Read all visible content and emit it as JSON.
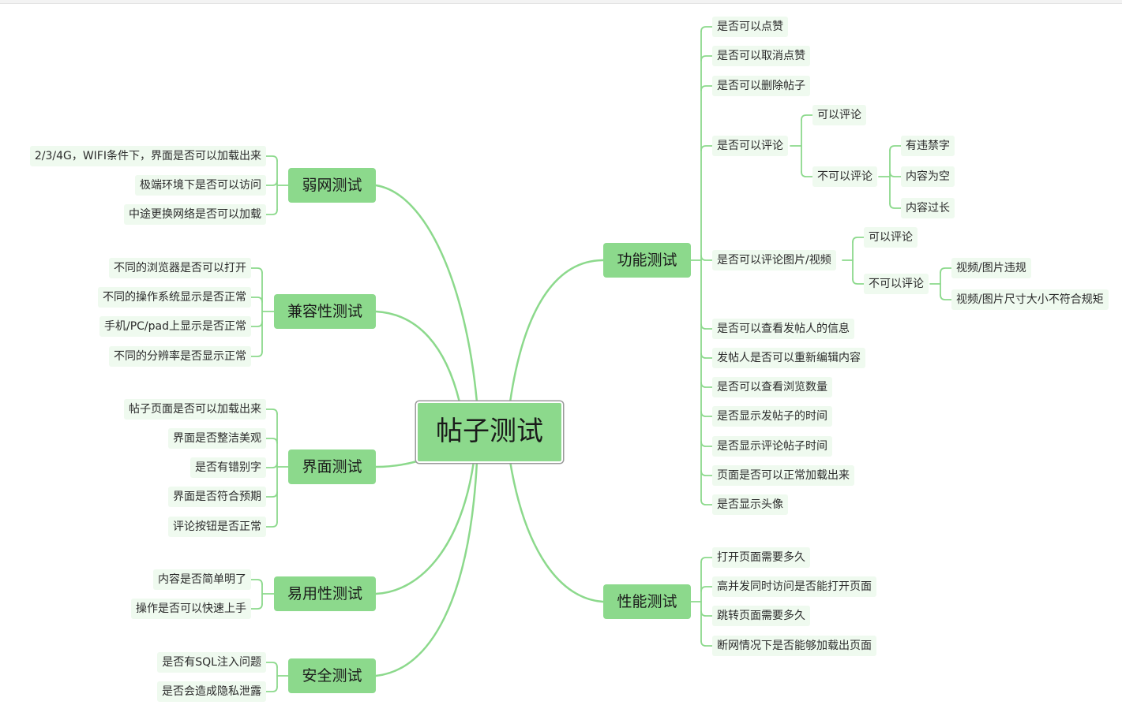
{
  "mindmap": {
    "root": "帖子测试",
    "branches": {
      "weak_network": {
        "label": "弱网测试",
        "items": [
          "2/3/4G，WIFI条件下，界面是否可以加载出来",
          "极端环境下是否可以访问",
          "中途更换网络是否可以加载"
        ]
      },
      "compatibility": {
        "label": "兼容性测试",
        "items": [
          "不同的浏览器是否可以打开",
          "不同的操作系统显示是否正常",
          "手机/PC/pad上显示是否正常",
          "不同的分辨率是否显示正常"
        ]
      },
      "ui": {
        "label": "界面测试",
        "items": [
          "帖子页面是否可以加载出来",
          "界面是否整洁美观",
          "是否有错别字",
          "界面是否符合预期",
          "评论按钮是否正常"
        ]
      },
      "usability": {
        "label": "易用性测试",
        "items": [
          "内容是否简单明了",
          "操作是否可以快速上手"
        ]
      },
      "security": {
        "label": "安全测试",
        "items": [
          "是否有SQL注入问题",
          "是否会造成隐私泄露"
        ]
      },
      "function": {
        "label": "功能测试",
        "items": {
          "like": "是否可以点赞",
          "unlike": "是否可以取消点赞",
          "delete": "是否可以删除帖子",
          "comment": {
            "label": "是否可以评论",
            "can": "可以评论",
            "cannot": {
              "label": "不可以评论",
              "items": [
                "有违禁字",
                "内容为空",
                "内容过长"
              ]
            }
          },
          "media_comment": {
            "label": "是否可以评论图片/视频",
            "can": "可以评论",
            "cannot": {
              "label": "不可以评论",
              "items": [
                "视频/图片违规",
                "视频/图片尺寸大小不符合规矩"
              ]
            }
          },
          "rest": [
            "是否可以查看发帖人的信息",
            "发帖人是否可以重新编辑内容",
            "是否可以查看浏览数量",
            "是否显示发帖子的时间",
            "是否显示评论帖子时间",
            "页面是否可以正常加载出来",
            "是否显示头像"
          ]
        }
      },
      "performance": {
        "label": "性能测试",
        "items": [
          "打开页面需要多久",
          "高并发同时访问是否能打开页面",
          "跳转页面需要多久",
          "断网情况下是否能够加载出页面"
        ]
      }
    },
    "colors": {
      "node_fill": "#8cd98c",
      "leaf_fill": "#effaef",
      "line": "#8cd98c"
    }
  }
}
